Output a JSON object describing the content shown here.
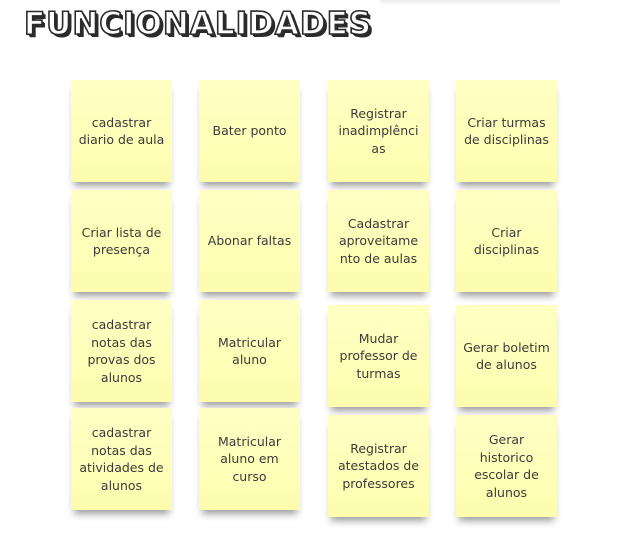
{
  "board": {
    "title": "FUNCIONALIDADES"
  },
  "notes": [
    "cadastrar diario de aula",
    "Bater ponto",
    "Registrar inadimplênci as",
    "Criar turmas de disciplinas",
    "Criar lista de presença",
    "Abonar faltas",
    "Cadastrar aproveitame nto de aulas",
    "Criar disciplinas",
    "cadastrar notas das provas dos alunos",
    "Matricular aluno",
    "Mudar professor de turmas",
    "Gerar boletim de alunos",
    "cadastrar notas das atividades de alunos",
    "Matricular aluno em curso",
    "Registrar atestados de professores",
    "Gerar historico escolar de alunos"
  ],
  "colors": {
    "note_top": "#ffffc4",
    "note_bottom": "#fdfdaf",
    "note_text": "#3c3c3c",
    "title_fill": "#ffffff",
    "title_outline": "#2b2b2b"
  }
}
